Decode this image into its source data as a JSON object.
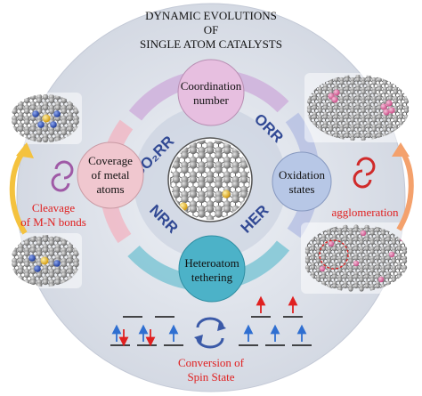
{
  "title": {
    "line1": "DYNAMIC EVOLUTIONS",
    "line2": "OF",
    "line3": "SINGLE ATOM CATALYSTS"
  },
  "nodes": {
    "coordination": {
      "line1": "Coordination",
      "line2": "number"
    },
    "oxidation": {
      "line1": "Oxidation",
      "line2": "states"
    },
    "heteroatom": {
      "line1": "Heteroatom",
      "line2": "tethering"
    },
    "coverage": {
      "line1": "Coverage",
      "line2": "of metal",
      "line3": "atoms"
    }
  },
  "reactions": {
    "co2rr": "CO₂RR",
    "orr": "ORR",
    "her": "HER",
    "nrr": "NRR"
  },
  "annotations": {
    "cleavage_line1": "Cleavage",
    "cleavage_line2": "of M-N bonds",
    "agglomeration": "agglomeration",
    "spin_line1": "Conversion of",
    "spin_line2": "Spin State"
  },
  "colors": {
    "outer_circle": "#d9dee8",
    "coordination_fill": "#e7bfe0",
    "oxidation_fill": "#b7c7e6",
    "heteroatom_fill": "#4cb2c8",
    "coverage_fill": "#f0c7cf",
    "red_text": "#e02020",
    "carbon": "#7c7c7c",
    "nitrogen": "#2b4db3",
    "metal": "#e9b82a",
    "pink_metal": "#e07aa8"
  }
}
